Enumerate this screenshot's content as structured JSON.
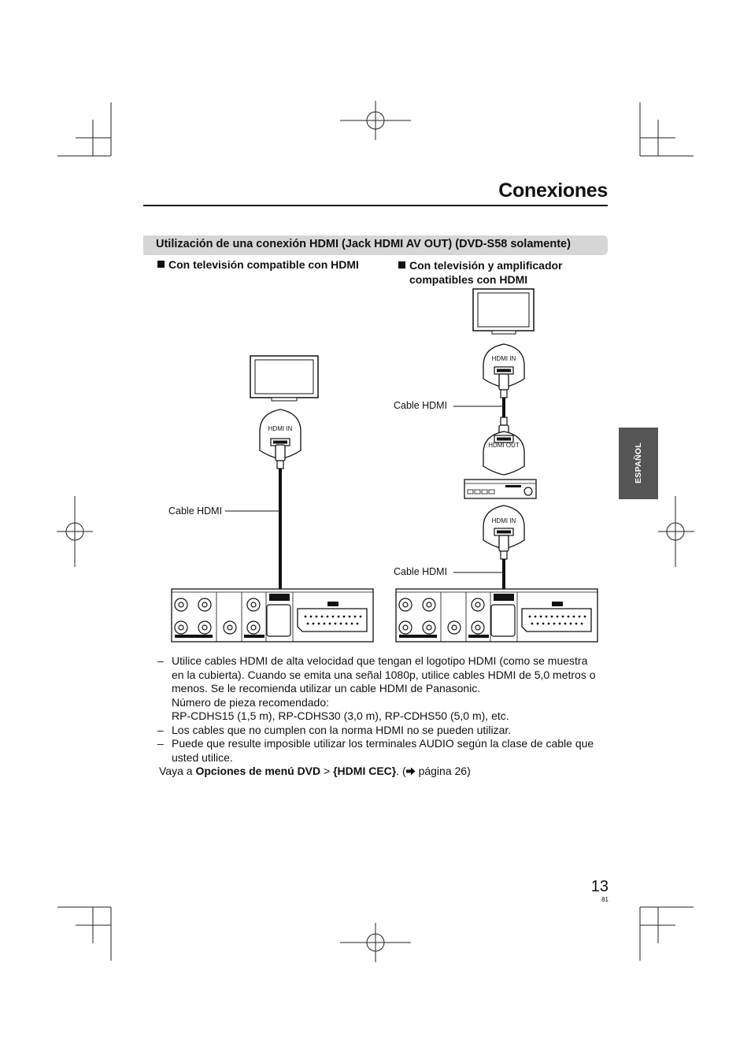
{
  "page": {
    "title": "Conexiones",
    "section_banner": "Utilización de una conexión HDMI (Jack HDMI AV OUT) (DVD-S58 solamente)",
    "heading_left": "Con televisión compatible con HDMI",
    "heading_right_line1": "Con televisión y amplificador",
    "heading_right_line2": "compatibles con HDMI",
    "side_tab": "ESPAÑOL",
    "page_number": "13",
    "page_sub_number": "81"
  },
  "diagram": {
    "cable_label_left": "Cable HDMI",
    "cable_label_right_top": "Cable HDMI",
    "cable_label_right_bottom": "Cable HDMI",
    "port_hdmi_in": "HDMI IN",
    "port_hdmi_out": "HDMI OUT"
  },
  "notes": [
    {
      "lines": [
        "Utilice cables HDMI de alta velocidad que tengan el logotipo HDMI (como se muestra",
        "en la cubierta). Cuando se emita una señal 1080p, utilice cables HDMI de 5,0 metros o",
        "menos. Se le recomienda utilizar un cable HDMI de Panasonic.",
        "Número de pieza recomendado:",
        "RP-CDHS15 (1,5 m), RP-CDHS30 (3,0 m), RP-CDHS50 (5,0 m), etc."
      ]
    },
    {
      "lines": [
        "Los cables que no cumplen con la norma HDMI no se pueden utilizar."
      ]
    },
    {
      "lines": [
        "Puede que resulte imposible utilizar los terminales AUDIO según la clase de cable que",
        "usted utilice."
      ]
    }
  ],
  "goto": {
    "prefix": "Vaya a ",
    "menu": "Opciones de menú DVD",
    "separator": " > ",
    "item": "{HDMI CEC}",
    "suffix_open": ". (",
    "ref": " página 26)"
  }
}
